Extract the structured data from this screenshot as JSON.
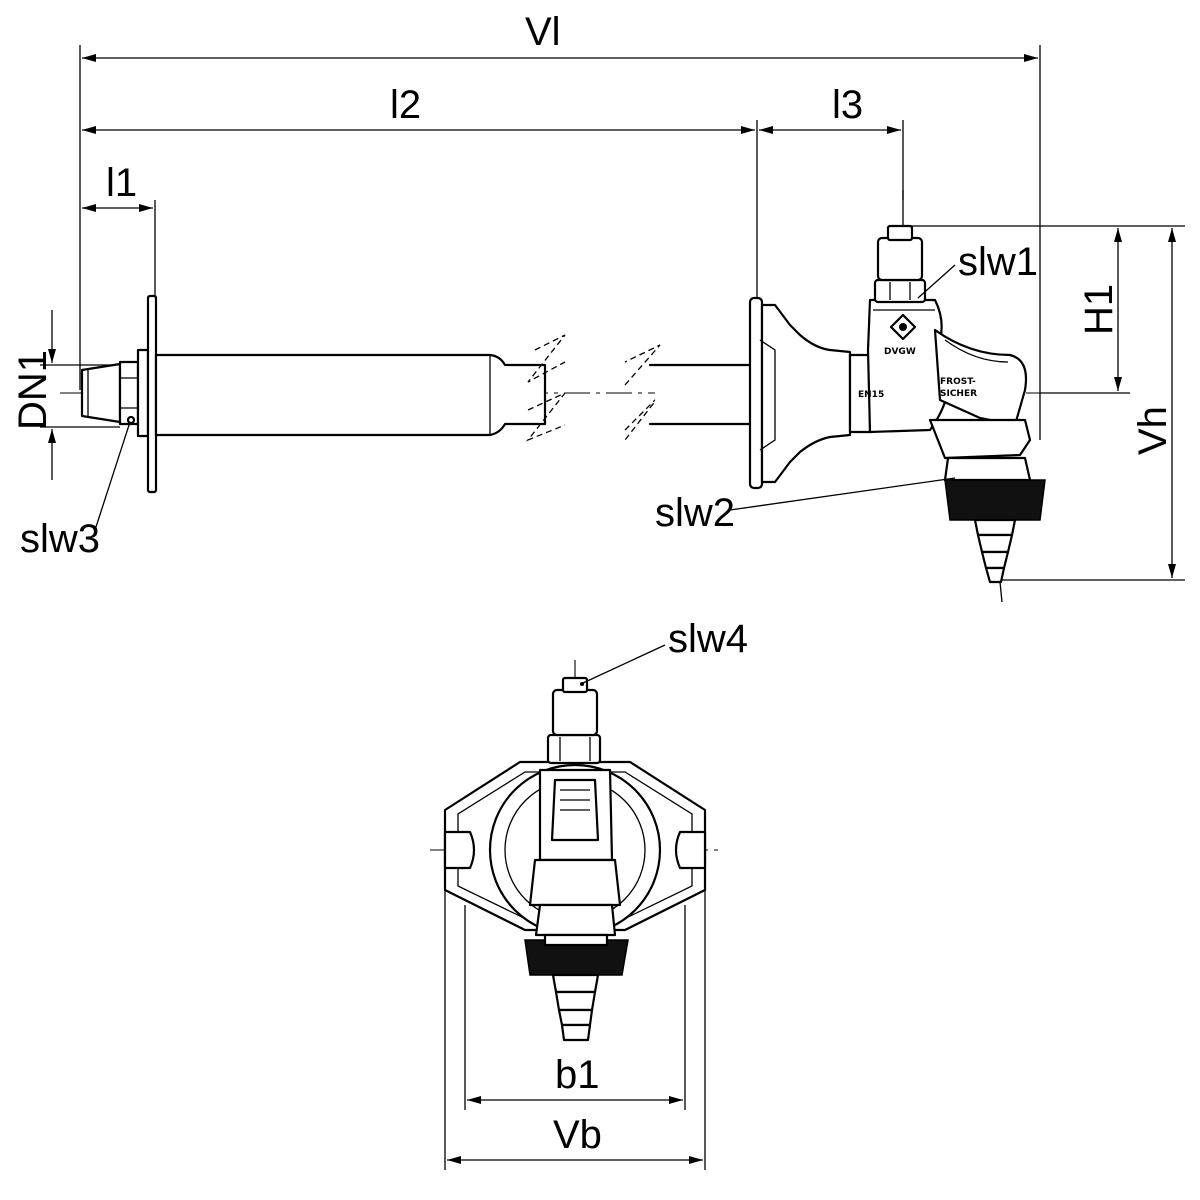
{
  "dimensions": {
    "overall_length": "Vl",
    "length_2": "l2",
    "length_3": "l3",
    "length_1": "l1",
    "nominal_diameter": "DN1",
    "height_1": "H1",
    "overall_height": "Vh",
    "width_1": "b1",
    "overall_width": "Vb"
  },
  "callouts": {
    "slw1": "slw1",
    "slw2": "slw2",
    "slw3": "slw3",
    "slw4": "slw4"
  },
  "body_markings": {
    "dvgw": "DVGW",
    "en": "EN15",
    "frost_1": "FROST-",
    "frost_2": "SICHER"
  }
}
